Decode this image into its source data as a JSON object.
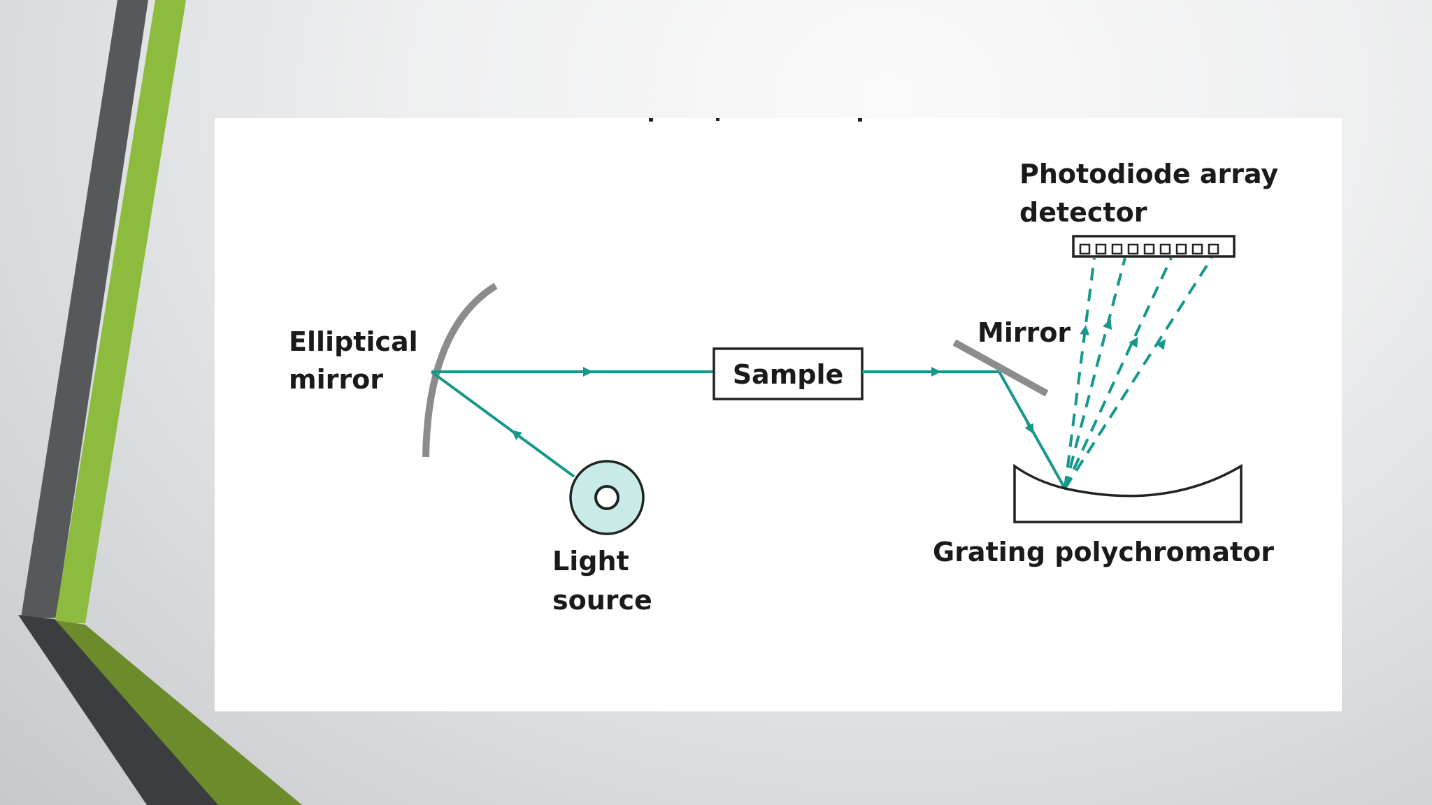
{
  "colors": {
    "beam": "#13988a",
    "mirror": "#8c8c8c",
    "outline": "#222222",
    "light_source_fill": "#c9ebe8",
    "accent_green": "#8dbb3e",
    "accent_dark": "#555759"
  },
  "labels": {
    "elliptical_mirror": [
      "Elliptical",
      "mirror"
    ],
    "light_source": [
      "Light",
      "source"
    ],
    "sample": "Sample",
    "mirror": "Mirror",
    "detector": [
      "Photodiode array",
      "detector"
    ],
    "grating": "Grating polychromator"
  }
}
